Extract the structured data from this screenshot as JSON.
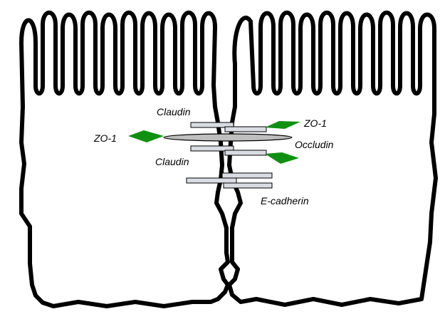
{
  "labels": {
    "claudin_top": "Claudin",
    "zo1_right": "ZO-1",
    "zo1_left": "ZO-1",
    "occludin": "Occludin",
    "claudin_bottom": "Claudin",
    "ecadherin": "E-cadherin"
  },
  "colors": {
    "outline": "#000000",
    "zo1": "#109010",
    "claudin_fill": "#d9dce3",
    "ecadherin_fill": "#d9dce3",
    "occludin_fill": "#bfbfbf",
    "background": "#ffffff"
  }
}
